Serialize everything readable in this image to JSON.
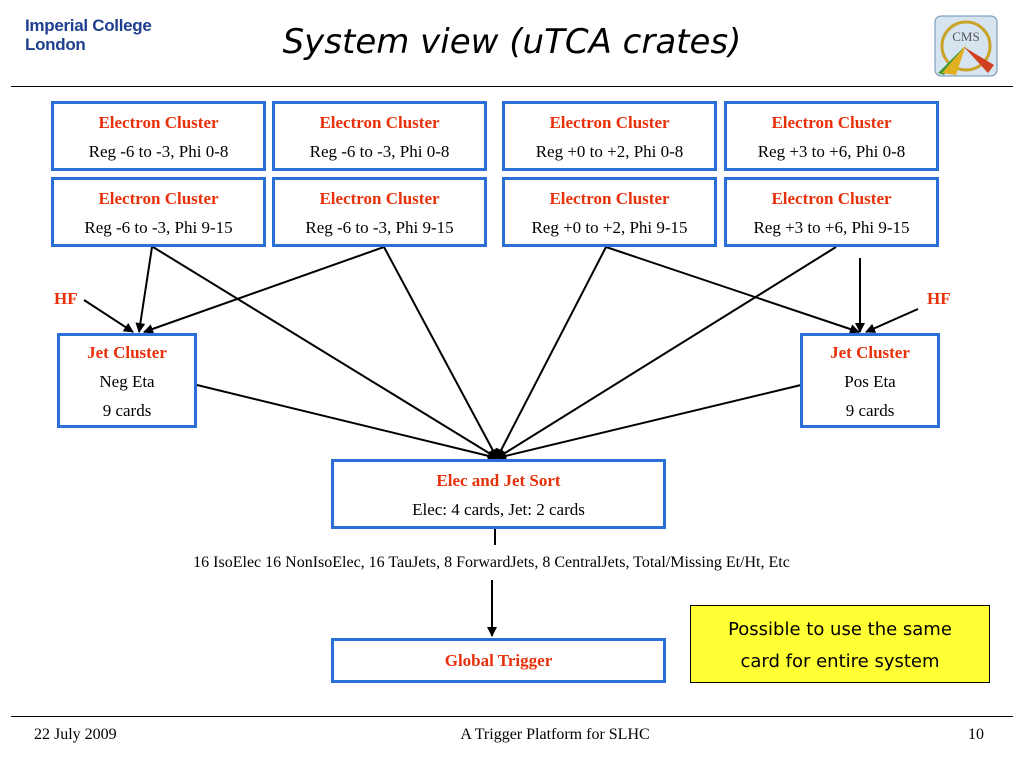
{
  "header": {
    "logo_line1": "Imperial College",
    "logo_line2": "London",
    "title": "System view (uTCA crates)",
    "cms_logo_text": "CMS"
  },
  "electron_clusters": [
    {
      "head": "Electron Cluster",
      "region": "Reg -6 to -3, Phi 0-8"
    },
    {
      "head": "Electron Cluster",
      "region": "Reg -6 to -3, Phi 0-8"
    },
    {
      "head": "Electron Cluster",
      "region": "Reg +0 to +2, Phi 0-8"
    },
    {
      "head": "Electron Cluster",
      "region": "Reg +3 to +6, Phi 0-8"
    },
    {
      "head": "Electron Cluster",
      "region": "Reg -6 to -3, Phi 9-15"
    },
    {
      "head": "Electron Cluster",
      "region": "Reg -6 to -3, Phi 9-15"
    },
    {
      "head": "Electron Cluster",
      "region": "Reg +0 to +2, Phi 9-15"
    },
    {
      "head": "Electron Cluster",
      "region": "Reg +3 to +6, Phi 9-15"
    }
  ],
  "hf_left": "HF",
  "hf_right": "HF",
  "jet_cluster_neg": {
    "head": "Jet Cluster",
    "line1": "Neg Eta",
    "line2": "9 cards"
  },
  "jet_cluster_pos": {
    "head": "Jet Cluster",
    "line1": "Pos Eta",
    "line2": "9 cards"
  },
  "sort": {
    "head": "Elec and Jet Sort",
    "line1": "Elec: 4 cards, Jet: 2 cards"
  },
  "outputs": "16 IsoElec 16 NonIsoElec, 16 TauJets, 8 ForwardJets, 8 CentralJets, Total/Missing Et/Ht, Etc",
  "global_trigger": "Global Trigger",
  "note": {
    "line1": "Possible to use the same",
    "line2": "card for entire system"
  },
  "footer": {
    "date": "22 July 2009",
    "center": "A Trigger Platform for SLHC",
    "page": "10"
  },
  "colors": {
    "box_border": "#2a6fd6",
    "heading_red": "#e8310a",
    "note_bg": "#ffff33",
    "logo_blue": "#1f3f8f"
  }
}
